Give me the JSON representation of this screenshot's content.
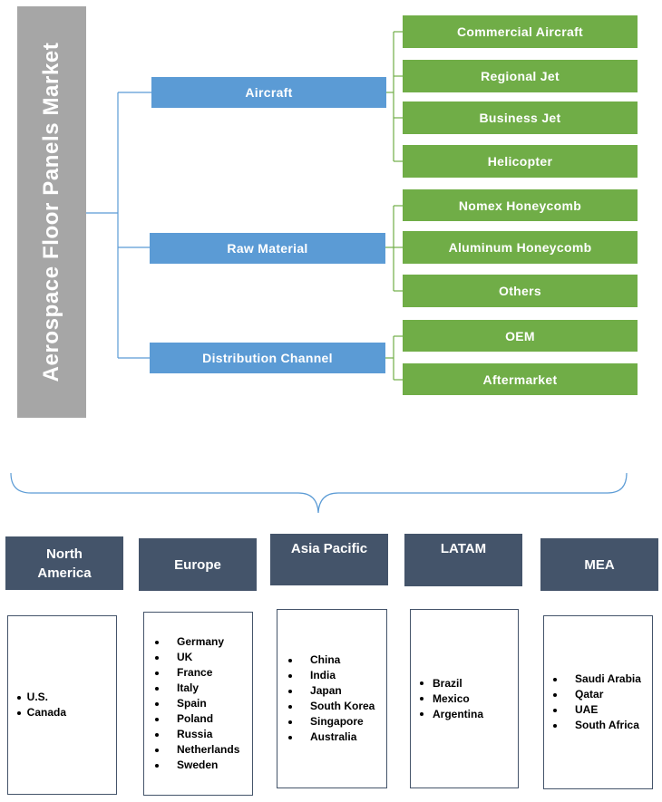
{
  "title": "Aerospace Floor Panels Market",
  "colors": {
    "title_bg": "#a6a6a6",
    "category_bg": "#5b9bd5",
    "sub_bg": "#70ad47",
    "region_bg": "#44546a",
    "connector": "#5b9bd5",
    "sub_connector": "#70ad47"
  },
  "categories": [
    {
      "label": "Aircraft",
      "items": [
        "Commercial  Aircraft",
        "Regional Jet",
        "Business Jet",
        "Helicopter"
      ]
    },
    {
      "label": "Raw Material",
      "items": [
        "Nomex Honeycomb",
        "Aluminum  Honeycomb",
        "Others"
      ]
    },
    {
      "label": "Distribution  Channel",
      "items": [
        "OEM",
        "Aftermarket"
      ]
    }
  ],
  "regions": [
    {
      "name": "North\nAmerica",
      "countries": [
        "U.S.",
        "Canada"
      ]
    },
    {
      "name": "Europe",
      "countries": [
        "Germany",
        "UK",
        "France",
        "Italy",
        "Spain",
        "Poland",
        "Russia",
        "Netherlands",
        "Sweden"
      ]
    },
    {
      "name": "Asia Pacific",
      "countries": [
        "China",
        "India",
        "Japan",
        "South Korea",
        "Singapore",
        "Australia"
      ]
    },
    {
      "name": "LATAM",
      "countries": [
        "Brazil",
        "Mexico",
        "Argentina"
      ]
    },
    {
      "name": "MEA",
      "countries": [
        "Saudi Arabia",
        "Qatar",
        "UAE",
        "South Africa"
      ]
    }
  ]
}
